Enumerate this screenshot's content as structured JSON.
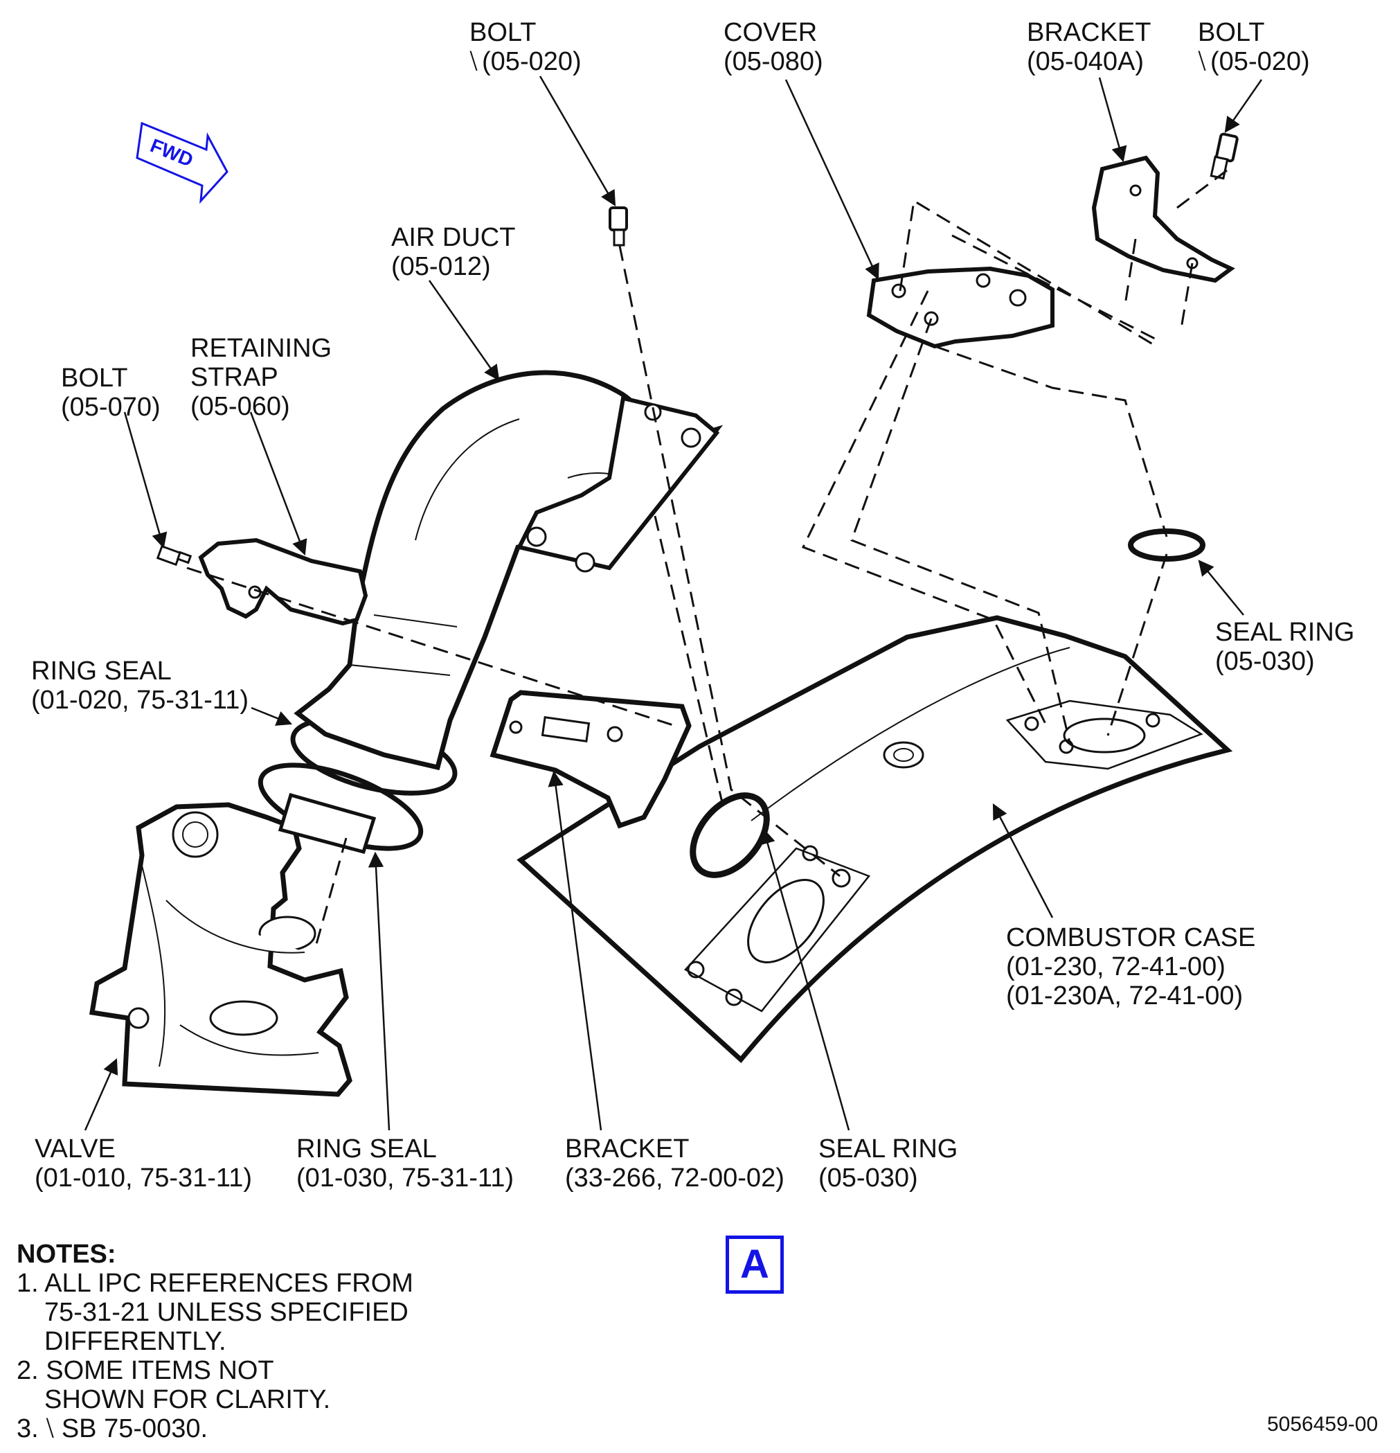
{
  "labels": {
    "bolt_top": {
      "name": "BOLT",
      "ref": "(05-020)"
    },
    "cover": {
      "name": "COVER",
      "ref": "(05-080)"
    },
    "bracket_top": {
      "name": "BRACKET",
      "ref": "(05-040A)"
    },
    "bolt_right": {
      "name": "BOLT",
      "ref": "(05-020)"
    },
    "air_duct": {
      "name": "AIR DUCT",
      "ref": "(05-012)"
    },
    "retaining_strap": {
      "line1": "RETAINING",
      "line2": "STRAP",
      "ref": "(05-060)"
    },
    "bolt_left": {
      "name": "BOLT",
      "ref": "(05-070)"
    },
    "ring_seal_upper": {
      "name": "RING SEAL",
      "ref": "(01-020, 75-31-11)"
    },
    "seal_ring_right": {
      "name": "SEAL RING",
      "ref": "(05-030)"
    },
    "combustor_case": {
      "name": "COMBUSTOR CASE",
      "ref1": "(01-230, 72-41-00)",
      "ref2": "(01-230A, 72-41-00)"
    },
    "valve": {
      "name": "VALVE",
      "ref": "(01-010, 75-31-11)"
    },
    "ring_seal_lower": {
      "name": "RING SEAL",
      "ref": "(01-030, 75-31-11)"
    },
    "bracket_lower": {
      "name": "BRACKET",
      "ref": "(33-266, 72-00-02)"
    },
    "seal_ring_lower": {
      "name": "SEAL RING",
      "ref": "(05-030)"
    }
  },
  "fwd_label": "FWD",
  "view_label": "A",
  "notes": {
    "title": "NOTES:",
    "n1a": "1. ALL IPC REFERENCES FROM",
    "n1b": "75-31-21 UNLESS SPECIFIED",
    "n1c": "DIFFERENTLY.",
    "n2a": "2. SOME ITEMS NOT",
    "n2b": "SHOWN FOR CLARITY.",
    "n3": "3. ⧵ SB 75-0030."
  },
  "doc_number": "5056459-00",
  "colors": {
    "accent": "#1414e6",
    "ink": "#111111"
  }
}
